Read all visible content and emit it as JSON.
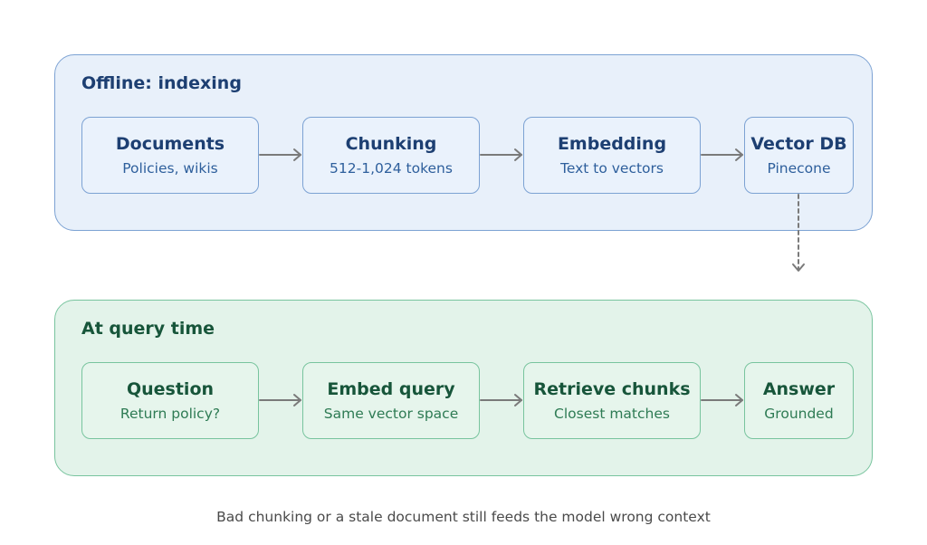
{
  "colors": {
    "offline_border": "#7ca2d3",
    "offline_fill": "#e8f0fa",
    "query_border": "#78c49e",
    "query_fill": "#e3f3ea",
    "arrow": "#7a7a7a"
  },
  "offline": {
    "title": "Offline: indexing",
    "steps": [
      {
        "title": "Documents",
        "subtitle": "Policies, wikis"
      },
      {
        "title": "Chunking",
        "subtitle": "512-1,024 tokens"
      },
      {
        "title": "Embedding",
        "subtitle": "Text to vectors"
      },
      {
        "title": "Vector DB",
        "subtitle": "Pinecone"
      }
    ]
  },
  "query": {
    "title": "At query time",
    "steps": [
      {
        "title": "Question",
        "subtitle": "Return policy?"
      },
      {
        "title": "Embed query",
        "subtitle": "Same vector space"
      },
      {
        "title": "Retrieve chunks",
        "subtitle": "Closest matches"
      },
      {
        "title": "Answer",
        "subtitle": "Grounded"
      }
    ]
  },
  "caption": "Bad chunking or a stale document still feeds the model wrong context"
}
